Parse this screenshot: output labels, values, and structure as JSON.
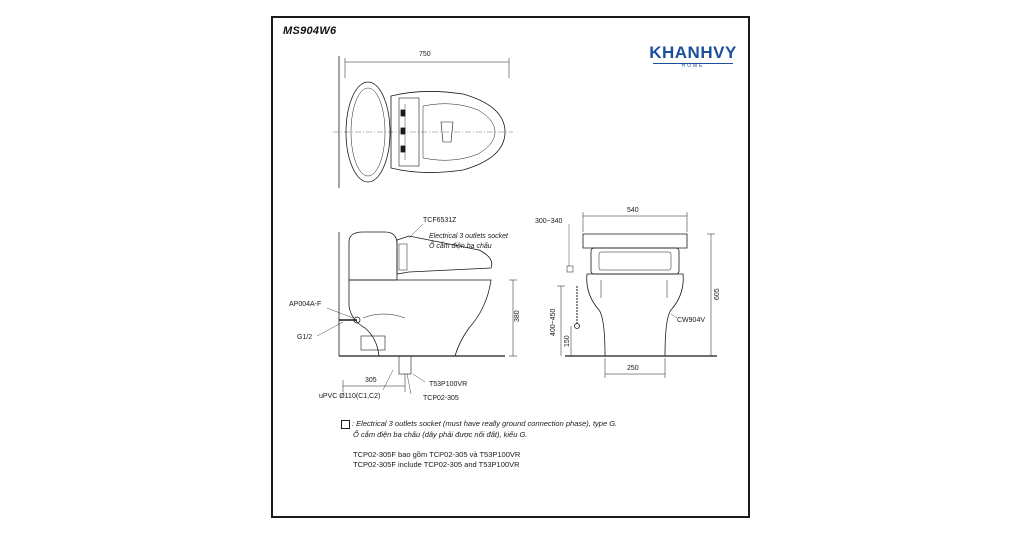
{
  "sheet": {
    "model_code": "MS904W6"
  },
  "brand": {
    "name": "KHANHVY",
    "sub": "HOME",
    "color": "#1d4f9c"
  },
  "top_view": {
    "width_dim": "750"
  },
  "side_view": {
    "seat_model": "TCF6531Z",
    "socket_en": "Electrical 3 outlets socket",
    "socket_vi": "Ổ cắm điện ba chấu",
    "valve_label": "AP004A-F",
    "thread_label": "G1/2",
    "height_dim": "380",
    "offset_dim": "305",
    "flange_label": "T53P100VR",
    "pipe_label": "uPVC Ø110(C1,C2)",
    "adapter_label": "TCP02-305"
  },
  "front_view": {
    "width_dim": "540",
    "socket_height": "300~340",
    "supply_height": "400~450",
    "supply_low": "150",
    "total_height": "605",
    "base_width": "250",
    "cover_label": "CW904V"
  },
  "notes": {
    "line1": ": Electrical 3 outlets socket (must have really ground connection phase), type G.",
    "line2": "Ổ cắm điện ba chấu (dây phải được nối đất), kiểu G.",
    "line3": "TCP02-305F bao gồm TCP02-305 và T53P100VR",
    "line4": "TCP02-305F include TCP02-305 and T53P100VR"
  }
}
